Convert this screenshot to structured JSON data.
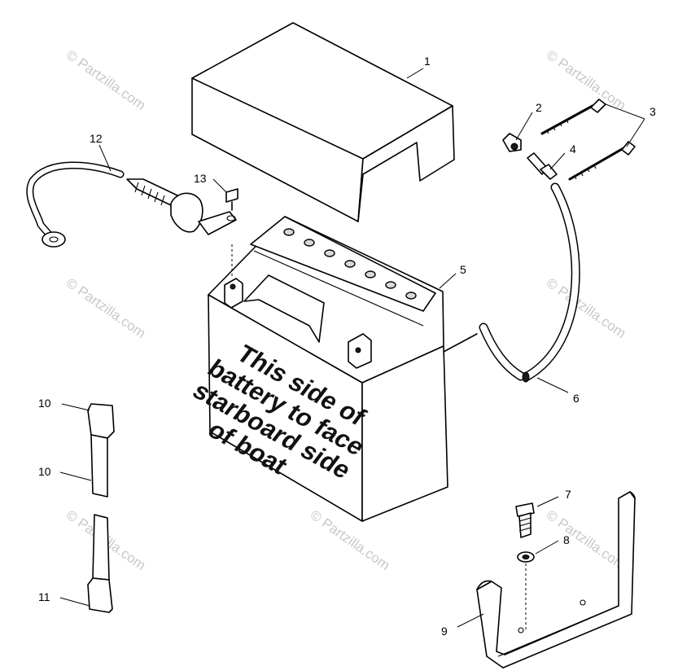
{
  "callouts": [
    {
      "id": "1",
      "label": "1"
    },
    {
      "id": "2",
      "label": "2"
    },
    {
      "id": "3",
      "label": "3"
    },
    {
      "id": "4",
      "label": "4"
    },
    {
      "id": "5",
      "label": "5"
    },
    {
      "id": "6",
      "label": "6"
    },
    {
      "id": "7",
      "label": "7"
    },
    {
      "id": "8",
      "label": "8"
    },
    {
      "id": "9",
      "label": "9"
    },
    {
      "id": "10a",
      "label": "10"
    },
    {
      "id": "10b",
      "label": "10"
    },
    {
      "id": "11",
      "label": "11"
    },
    {
      "id": "12",
      "label": "12"
    },
    {
      "id": "13",
      "label": "13"
    }
  ],
  "battery_label": {
    "lines": [
      "This side of",
      "battery to face",
      "starboard side",
      "of boat"
    ]
  },
  "watermark": {
    "text": "© Partzilla.com"
  }
}
